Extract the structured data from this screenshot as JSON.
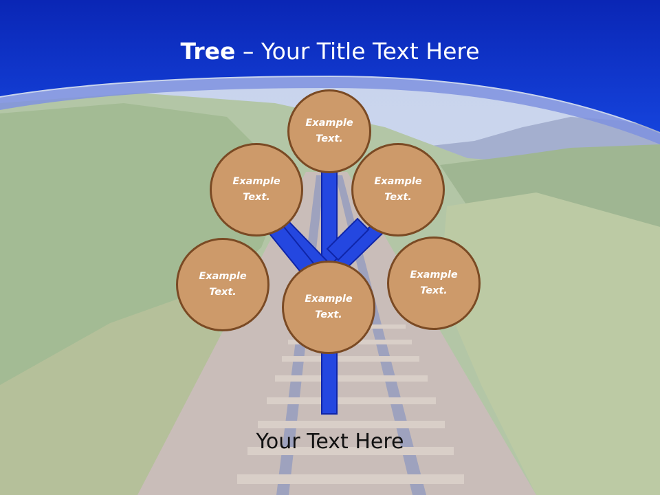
{
  "title": {
    "bold": "Tree",
    "rest": " – Your Title Text Here"
  },
  "nodes": [
    {
      "id": "top",
      "label": "Example Text."
    },
    {
      "id": "upper-left",
      "label": "Example Text."
    },
    {
      "id": "upper-right",
      "label": "Example Text."
    },
    {
      "id": "lower-left",
      "label": "Example Text."
    },
    {
      "id": "center",
      "label": "Example Text."
    },
    {
      "id": "lower-right",
      "label": "Example Text."
    }
  ],
  "caption": "Your Text Here",
  "colors": {
    "header_blue": "#0b2ec4",
    "branch_blue": "#1f3ed6",
    "node_fill": "#cd9a6a",
    "node_border": "#7a4a24"
  }
}
